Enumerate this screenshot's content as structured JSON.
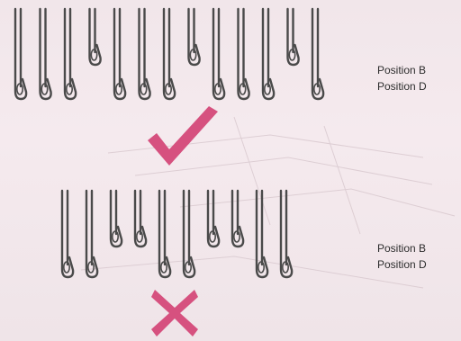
{
  "correct_example": {
    "label_b": "Position B",
    "label_d": "Position D",
    "pattern": [
      "D",
      "D",
      "D",
      "B",
      "D",
      "D",
      "D",
      "B",
      "D",
      "D",
      "D",
      "B",
      "D"
    ],
    "mark": "check-icon"
  },
  "incorrect_example": {
    "label_b": "Position B",
    "label_d": "Position D",
    "pattern": [
      "D",
      "D",
      "B",
      "B",
      "D",
      "D",
      "B",
      "B",
      "D",
      "D"
    ],
    "mark": "cross-icon"
  },
  "colors": {
    "needle": "#4a4a4a",
    "accent": "#d6517f",
    "background": "#f3e8ec"
  }
}
